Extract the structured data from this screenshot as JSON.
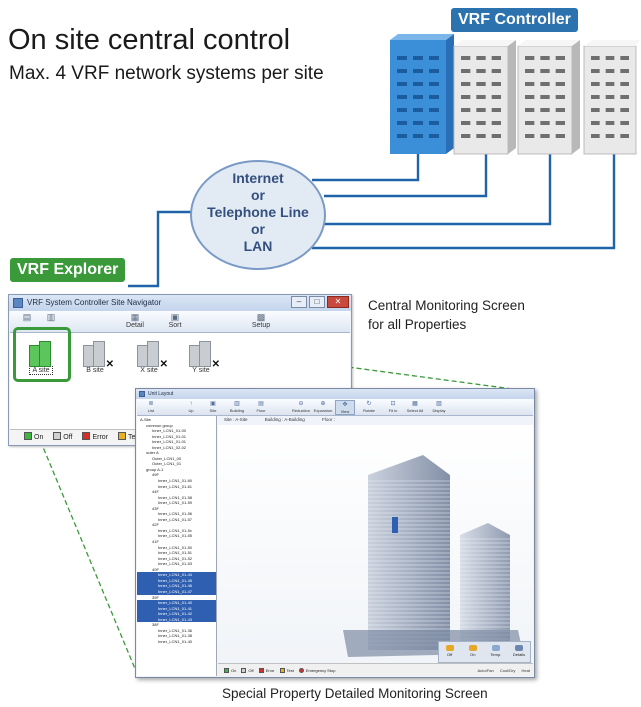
{
  "title": "On site central control",
  "subtitle": "Max. 4 VRF network systems per site",
  "controller_label": "VRF Controller",
  "explorer_label": "VRF Explorer",
  "network": [
    "Internet",
    "or",
    "Telephone Line",
    "or",
    "LAN"
  ],
  "central_caption": [
    "Central Monitoring Screen",
    "for all Properties"
  ],
  "special_caption": "Special Property Detailed Monitoring Screen",
  "colors": {
    "controller_tag": "#2c72ae",
    "explorer_tag": "#3a9a3a",
    "link_line": "#1f64a8",
    "dashed": "#3a9a3a"
  },
  "navigator": {
    "title": "VRF System Controller  Site Navigator",
    "toolbar": [
      "Detail",
      "Sort",
      "Setup"
    ],
    "sites": [
      {
        "name": "A site",
        "status": "on"
      },
      {
        "name": "B site",
        "status": "off"
      },
      {
        "name": "X site",
        "status": "off"
      },
      {
        "name": "Y site",
        "status": "off"
      }
    ],
    "legend": [
      "On",
      "Off",
      "Error",
      "Test"
    ]
  },
  "detail": {
    "title": "Unit Layout",
    "toolbar": [
      "List",
      "Up",
      "Site",
      "Building",
      "Floor",
      "Reduction",
      "Expansion",
      "View",
      "Rotate",
      "Fit in",
      "Select All",
      "Display"
    ],
    "path": [
      "Site : A-Site",
      "Building : A-Building",
      "Floor :"
    ],
    "tree": [
      {
        "text": "A-Site",
        "level": 0
      },
      {
        "text": "common group",
        "level": 1
      },
      {
        "text": "Inner_LCN1_01-00",
        "level": 2
      },
      {
        "text": "Inner_LCN1_01-01",
        "level": 2
      },
      {
        "text": "Inner_LCN1_01-01",
        "level": 2
      },
      {
        "text": "Inner_LCN1_02-02",
        "level": 2
      },
      {
        "text": "outer A",
        "level": 1
      },
      {
        "text": "Outer_LCN1_00",
        "level": 2
      },
      {
        "text": "Outer_LCN1_01",
        "level": 2
      },
      {
        "text": "group A-1",
        "level": 1
      },
      {
        "text": "49F",
        "level": 2
      },
      {
        "text": "Inner_LCN1_01-60",
        "level": 3
      },
      {
        "text": "Inner_LCN1_01-61",
        "level": 3
      },
      {
        "text": "44F",
        "level": 2
      },
      {
        "text": "Inner_LCN1_01-58",
        "level": 3
      },
      {
        "text": "Inner_LCN1_01-59",
        "level": 3
      },
      {
        "text": "43F",
        "level": 2
      },
      {
        "text": "Inner_LCN1_01-56",
        "level": 3
      },
      {
        "text": "Inner_LCN1_01-57",
        "level": 3
      },
      {
        "text": "42F",
        "level": 2
      },
      {
        "text": "Inner_LCN1_01-5x",
        "level": 3
      },
      {
        "text": "Inner_LCN1_01-55",
        "level": 3
      },
      {
        "text": "41F",
        "level": 2
      },
      {
        "text": "Inner_LCN1_01-50",
        "level": 3
      },
      {
        "text": "Inner_LCN1_01-51",
        "level": 3
      },
      {
        "text": "Inner_LCN1_01-52",
        "level": 3
      },
      {
        "text": "Inner_LCN1_01-53",
        "level": 3
      },
      {
        "text": "40F",
        "level": 2
      },
      {
        "text": "Inner_LCN1_01-44",
        "level": 3,
        "selected": true
      },
      {
        "text": "Inner_LCN1_01-45",
        "level": 3,
        "selected": true
      },
      {
        "text": "Inner_LCN1_01-46",
        "level": 3,
        "selected": true
      },
      {
        "text": "Inner_LCN1_01-47",
        "level": 3,
        "selected": true
      },
      {
        "text": "39F",
        "level": 2
      },
      {
        "text": "Inner_LCN1_01-40",
        "level": 3,
        "selected": true
      },
      {
        "text": "Inner_LCN1_01-41",
        "level": 3,
        "selected": true
      },
      {
        "text": "Inner_LCN1_01-42",
        "level": 3,
        "selected": true
      },
      {
        "text": "Inner_LCN1_01-43",
        "level": 3,
        "selected": true
      },
      {
        "text": "38F",
        "level": 2
      },
      {
        "text": "Inner_LCN1_01-36",
        "level": 3
      },
      {
        "text": "Inner_LCN1_01-38",
        "level": 3
      },
      {
        "text": "Inner_LCN1_01-40",
        "level": 3
      }
    ],
    "legend": [
      "On",
      "Off",
      "Error",
      "Test",
      "Emergency Stop"
    ],
    "bottom_buttons": [
      "Off",
      "On",
      "Temp.",
      "Details"
    ],
    "status_right": [
      "Auto/Fan",
      "Cool/Dry",
      "Heat"
    ]
  }
}
